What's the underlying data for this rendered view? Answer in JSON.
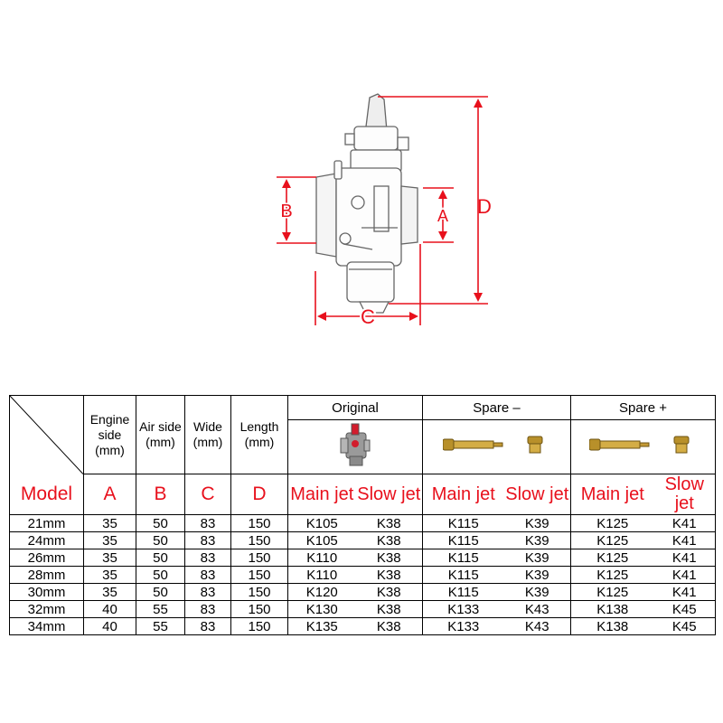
{
  "diagram": {
    "labels": {
      "a": "A",
      "b": "B",
      "c": "C",
      "d": "D"
    },
    "accent_color": "#e8101c"
  },
  "table": {
    "headers": {
      "engine_side": "Engine side (mm)",
      "air_side": "Air side (mm)",
      "wide": "Wide (mm)",
      "length": "Length (mm)",
      "original": "Original",
      "spare_minus": "Spare –",
      "spare_plus": "Spare +"
    },
    "model_row": {
      "model": "Model",
      "a": "A",
      "b": "B",
      "c": "C",
      "d": "D",
      "main_jet": "Main jet",
      "slow_jet": "Slow jet"
    },
    "rows": [
      [
        "21mm",
        "35",
        "50",
        "83",
        "150",
        "K105",
        "K38",
        "K115",
        "K39",
        "K125",
        "K41"
      ],
      [
        "24mm",
        "35",
        "50",
        "83",
        "150",
        "K105",
        "K38",
        "K115",
        "K39",
        "K125",
        "K41"
      ],
      [
        "26mm",
        "35",
        "50",
        "83",
        "150",
        "K110",
        "K38",
        "K115",
        "K39",
        "K125",
        "K41"
      ],
      [
        "28mm",
        "35",
        "50",
        "83",
        "150",
        "K110",
        "K38",
        "K115",
        "K39",
        "K125",
        "K41"
      ],
      [
        "30mm",
        "35",
        "50",
        "83",
        "150",
        "K120",
        "K38",
        "K115",
        "K39",
        "K125",
        "K41"
      ],
      [
        "32mm",
        "40",
        "55",
        "83",
        "150",
        "K130",
        "K38",
        "K133",
        "K43",
        "K138",
        "K45"
      ],
      [
        "34mm",
        "40",
        "55",
        "83",
        "150",
        "K135",
        "K38",
        "K133",
        "K43",
        "K138",
        "K45"
      ]
    ]
  }
}
